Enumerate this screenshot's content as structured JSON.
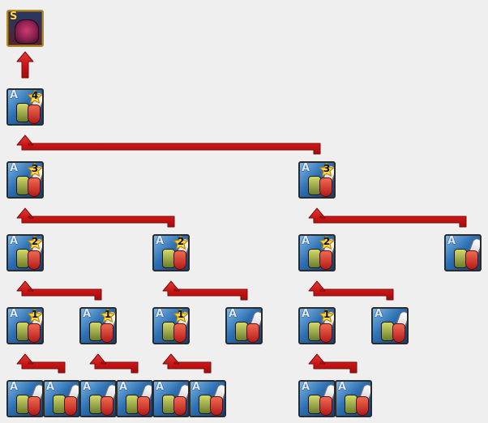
{
  "icon_colors": {
    "background": "#efefef",
    "arrow": "#cc1b1b",
    "arrow_outline": "#7a0b0b",
    "star_fill": "#ffd84b",
    "star_outline": "#b38500"
  },
  "nodes": [
    {
      "id": "final-s",
      "rank": "S",
      "stars": "",
      "variant": "s"
    },
    {
      "id": "l4",
      "rank": "A",
      "stars": "4",
      "variant": "a"
    },
    {
      "id": "l3a",
      "rank": "A",
      "stars": "3",
      "variant": "a"
    },
    {
      "id": "l3b",
      "rank": "A",
      "stars": "3",
      "variant": "a"
    },
    {
      "id": "l2a",
      "rank": "A",
      "stars": "2",
      "variant": "a"
    },
    {
      "id": "l2b",
      "rank": "A",
      "stars": "2",
      "variant": "a"
    },
    {
      "id": "l2c",
      "rank": "A",
      "stars": "2",
      "variant": "a"
    },
    {
      "id": "l2d",
      "rank": "A",
      "stars": "",
      "variant": "a"
    },
    {
      "id": "l1a",
      "rank": "A",
      "stars": "1",
      "variant": "a"
    },
    {
      "id": "l1b",
      "rank": "A",
      "stars": "1",
      "variant": "a"
    },
    {
      "id": "l1c",
      "rank": "A",
      "stars": "1",
      "variant": "a"
    },
    {
      "id": "l1d",
      "rank": "A",
      "stars": "",
      "variant": "a"
    },
    {
      "id": "l1e",
      "rank": "A",
      "stars": "1",
      "variant": "a"
    },
    {
      "id": "l1f",
      "rank": "A",
      "stars": "",
      "variant": "a"
    },
    {
      "id": "b0a",
      "rank": "A",
      "stars": "",
      "variant": "a"
    },
    {
      "id": "b0b",
      "rank": "A",
      "stars": "",
      "variant": "a"
    },
    {
      "id": "b0c",
      "rank": "A",
      "stars": "",
      "variant": "a"
    },
    {
      "id": "b0d",
      "rank": "A",
      "stars": "",
      "variant": "a"
    },
    {
      "id": "b0e",
      "rank": "A",
      "stars": "",
      "variant": "a"
    },
    {
      "id": "b0f",
      "rank": "A",
      "stars": "",
      "variant": "a"
    },
    {
      "id": "b0g",
      "rank": "A",
      "stars": "",
      "variant": "a"
    },
    {
      "id": "b0h",
      "rank": "A",
      "stars": "",
      "variant": "a"
    }
  ]
}
